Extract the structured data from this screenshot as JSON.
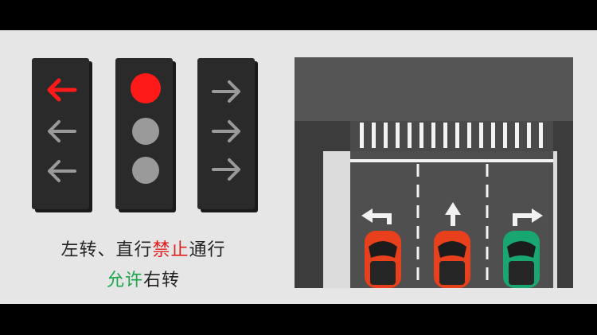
{
  "caption": {
    "line1": [
      {
        "text": "左转、直行",
        "tone": "normal"
      },
      {
        "text": "禁止",
        "tone": "red"
      },
      {
        "text": "通行",
        "tone": "normal"
      }
    ],
    "line2": [
      {
        "text": "允许",
        "tone": "green"
      },
      {
        "text": "右转",
        "tone": "normal"
      }
    ]
  },
  "signals": [
    {
      "name": "left-turn-signal",
      "lamps": [
        "arrow-left-lit",
        "arrow-left-off",
        "arrow-left-off"
      ]
    },
    {
      "name": "straight-signal",
      "lamps": [
        "circle-red-lit",
        "circle-off",
        "circle-off"
      ]
    },
    {
      "name": "right-turn-signal",
      "lamps": [
        "arrow-right-off",
        "arrow-right-off",
        "arrow-right-off"
      ]
    }
  ],
  "lanes": [
    {
      "name": "left-lane",
      "marking": "left-turn-arrow-icon",
      "car_color": "#e8401c"
    },
    {
      "name": "middle-lane",
      "marking": "straight-arrow-icon",
      "car_color": "#e8401c"
    },
    {
      "name": "right-lane",
      "marking": "right-turn-arrow-icon",
      "car_color": "#1aa670"
    }
  ],
  "colors": {
    "lit_red": "#ff1a1a",
    "off_lamp": "#9a9a9a",
    "text_red": "#e01e1e",
    "text_green": "#1aa64a",
    "housing": "#2a2a2a",
    "road": "#5a5a5a"
  }
}
